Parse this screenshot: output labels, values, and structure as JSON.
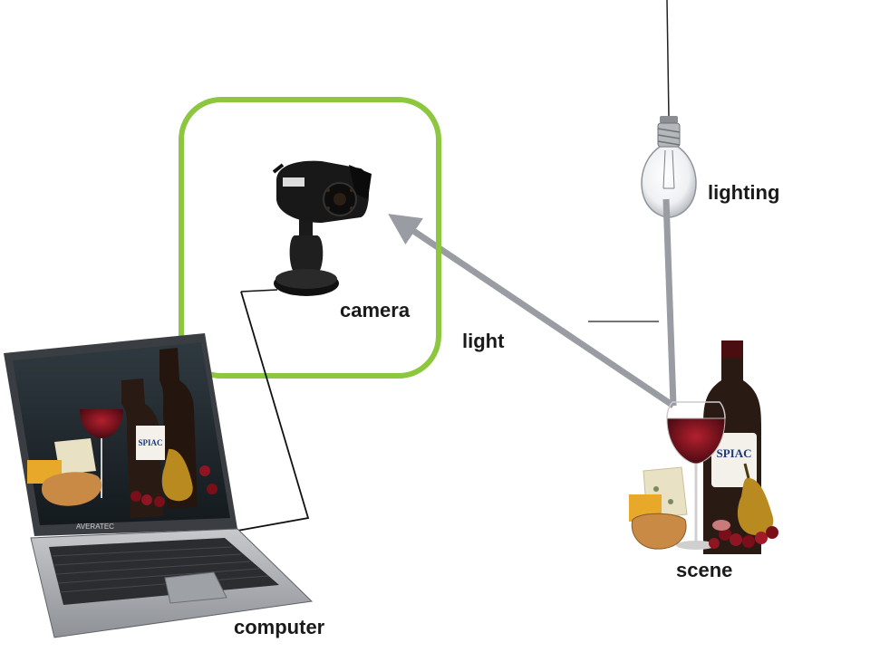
{
  "labels": {
    "camera": "camera",
    "light": "light",
    "lighting": "lighting",
    "scene": "scene",
    "computer": "computer"
  },
  "scene_bottle_label": "SPIAC",
  "screen_bottle_label": "SPIAC",
  "laptop_brand": "AVERATEC",
  "colors": {
    "highlight_box": "#8dc63f",
    "arrow": "#9a9ca3",
    "wine": "#6b0f1a",
    "bottle": "#2a1a14"
  },
  "icons": [
    "camera-icon",
    "light-bulb-icon",
    "laptop-icon",
    "wine-scene-icon"
  ]
}
